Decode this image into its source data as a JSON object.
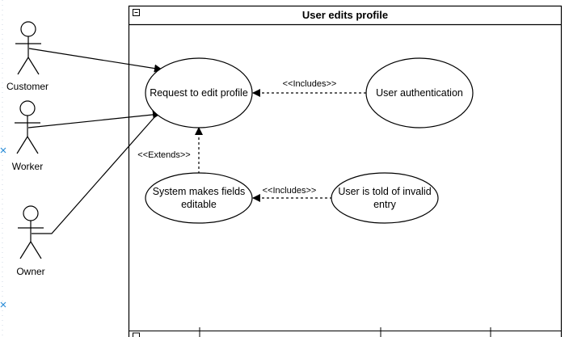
{
  "diagram": {
    "title": "User edits profile",
    "actors": {
      "customer": "Customer",
      "worker": "Worker",
      "owner": "Owner"
    },
    "use_cases": {
      "request": "Request to edit profile",
      "auth": "User authentication",
      "editable_line1": "System makes fields",
      "editable_line2": "editable",
      "invalid_line1": "User is told of invalid",
      "invalid_line2": "entry"
    },
    "relations": {
      "includes_top": "<<Includes>>",
      "extends": "<<Extends>>",
      "includes_bottom": "<<Includes>>"
    },
    "colors": {
      "line": "#000000",
      "marker": "#2f8fd8"
    }
  }
}
